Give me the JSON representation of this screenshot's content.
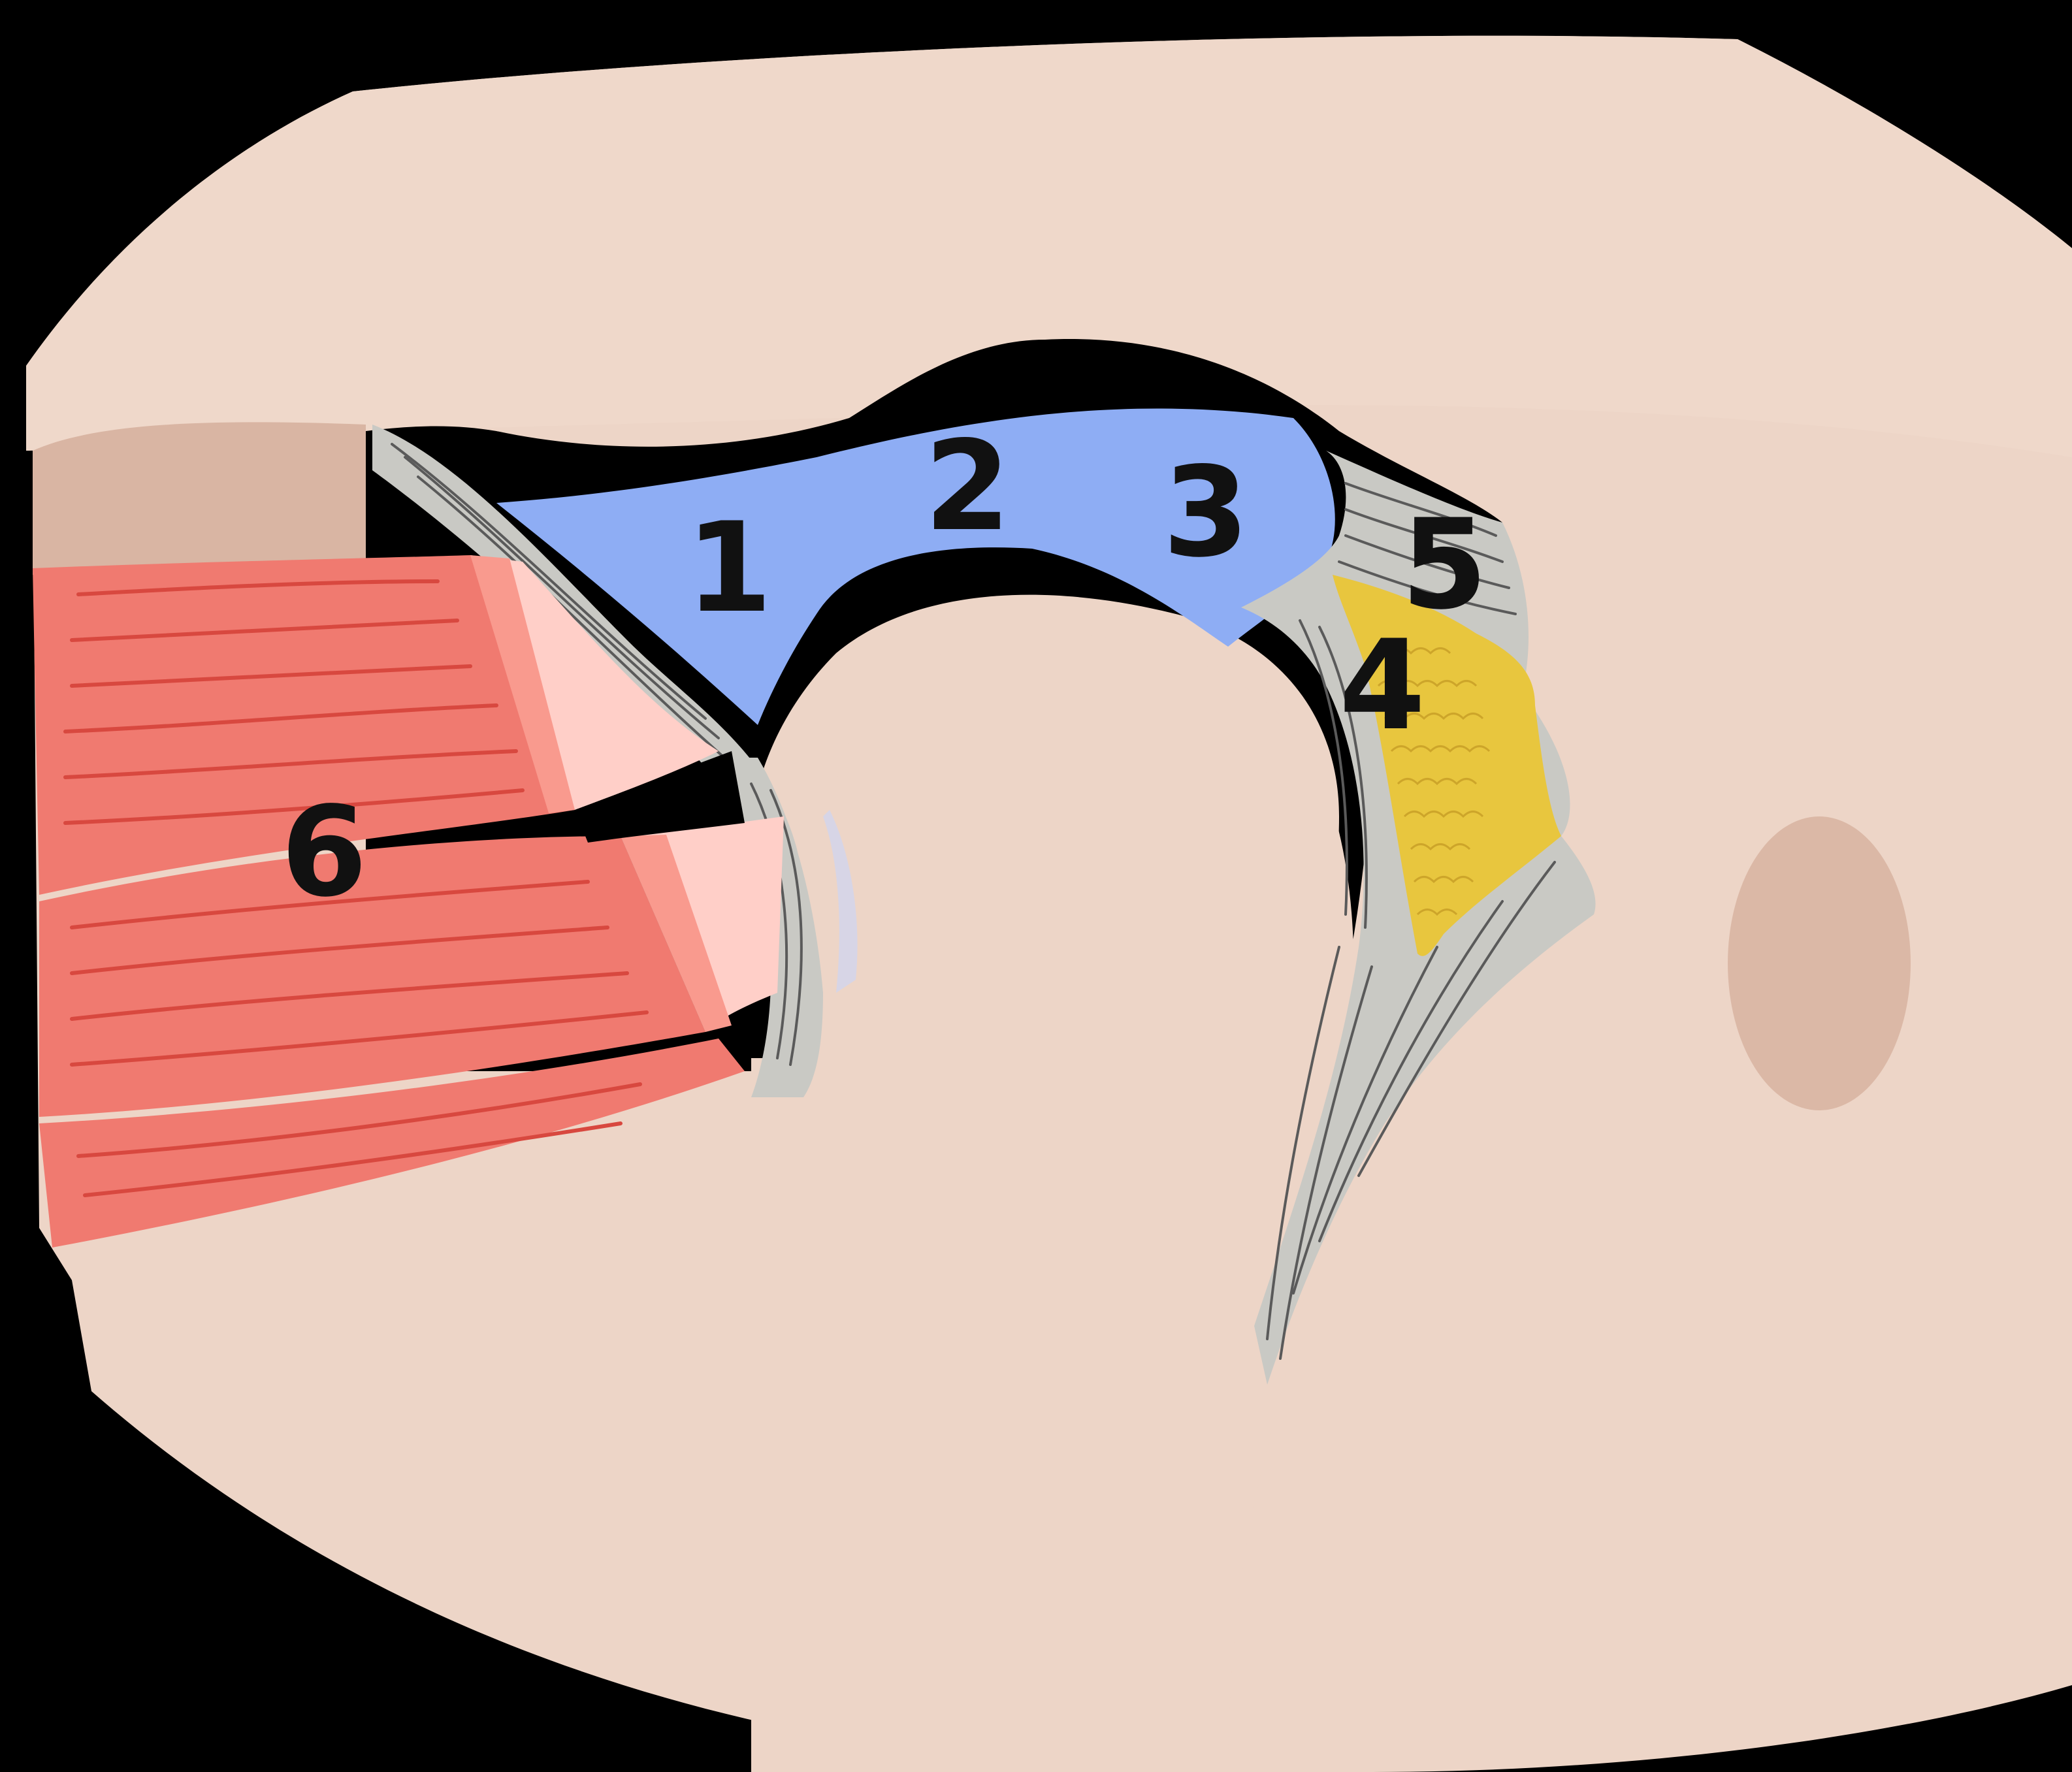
{
  "labels": [
    {
      "id": "1",
      "text": "1"
    },
    {
      "id": "2",
      "text": "2"
    },
    {
      "id": "3",
      "text": "3"
    },
    {
      "id": "4",
      "text": "4"
    },
    {
      "id": "5",
      "text": "5"
    },
    {
      "id": "6",
      "text": "6"
    }
  ],
  "colors": {
    "background": "#000000",
    "bone": "#edd5c7",
    "marrow_spot": "#dbb8a6",
    "disc": "#8eadf4",
    "ligament": "#c9c9c4",
    "fat": "#e8c63e",
    "muscle": "#f07a70",
    "muscle_fiber": "#d8483f",
    "tendon_pink": "#ffcfc8"
  }
}
